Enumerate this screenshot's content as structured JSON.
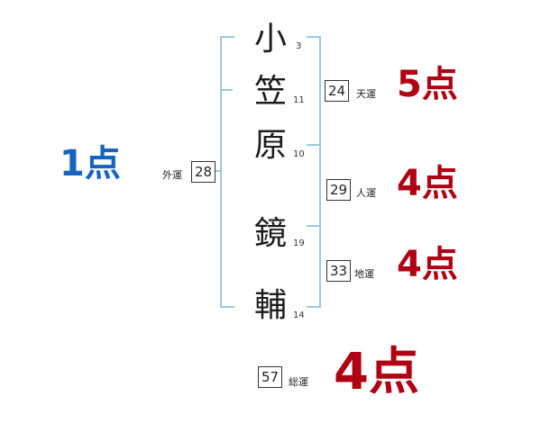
{
  "name_chars": [
    {
      "char": "小",
      "strokes": "3"
    },
    {
      "char": "笠",
      "strokes": "11"
    },
    {
      "char": "原",
      "strokes": "10"
    },
    {
      "char": "鏡",
      "strokes": "19"
    },
    {
      "char": "輔",
      "strokes": "14"
    }
  ],
  "gaiun": {
    "label": "外運",
    "value": "28",
    "score": "1点"
  },
  "tenun": {
    "label": "天運",
    "value": "24",
    "score": "5点"
  },
  "jinun": {
    "label": "人運",
    "value": "29",
    "score": "4点"
  },
  "chiun": {
    "label": "地運",
    "value": "33",
    "score": "4点"
  },
  "souun": {
    "label": "総運",
    "value": "57",
    "score": "4点"
  },
  "colors": {
    "bracket": "#9cc9e6",
    "score_red": "#b00012",
    "score_blue": "#1565c0"
  }
}
